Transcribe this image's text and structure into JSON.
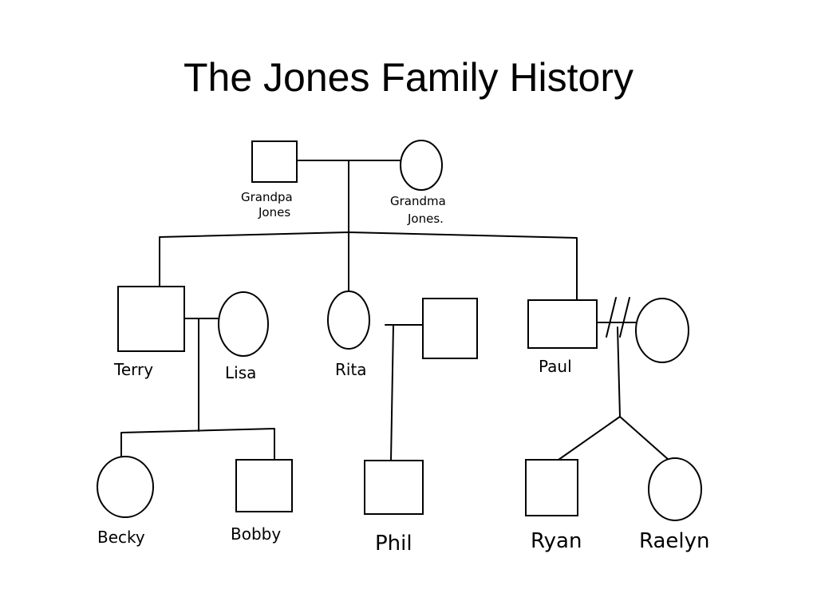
{
  "title": "The Jones Family History",
  "people": {
    "grandpa": {
      "line1": "Grandpa",
      "line2": "Jones"
    },
    "grandma": {
      "line1": "Grandma",
      "line2": "Jones."
    },
    "terry": "Terry",
    "lisa": "Lisa",
    "rita": "Rita",
    "paul": "Paul",
    "becky": "Becky",
    "bobby": "Bobby",
    "phil": "Phil",
    "ryan": "Ryan",
    "raelyn": "Raelyn"
  },
  "colors": {
    "ink": "#000000",
    "background": "#ffffff"
  }
}
